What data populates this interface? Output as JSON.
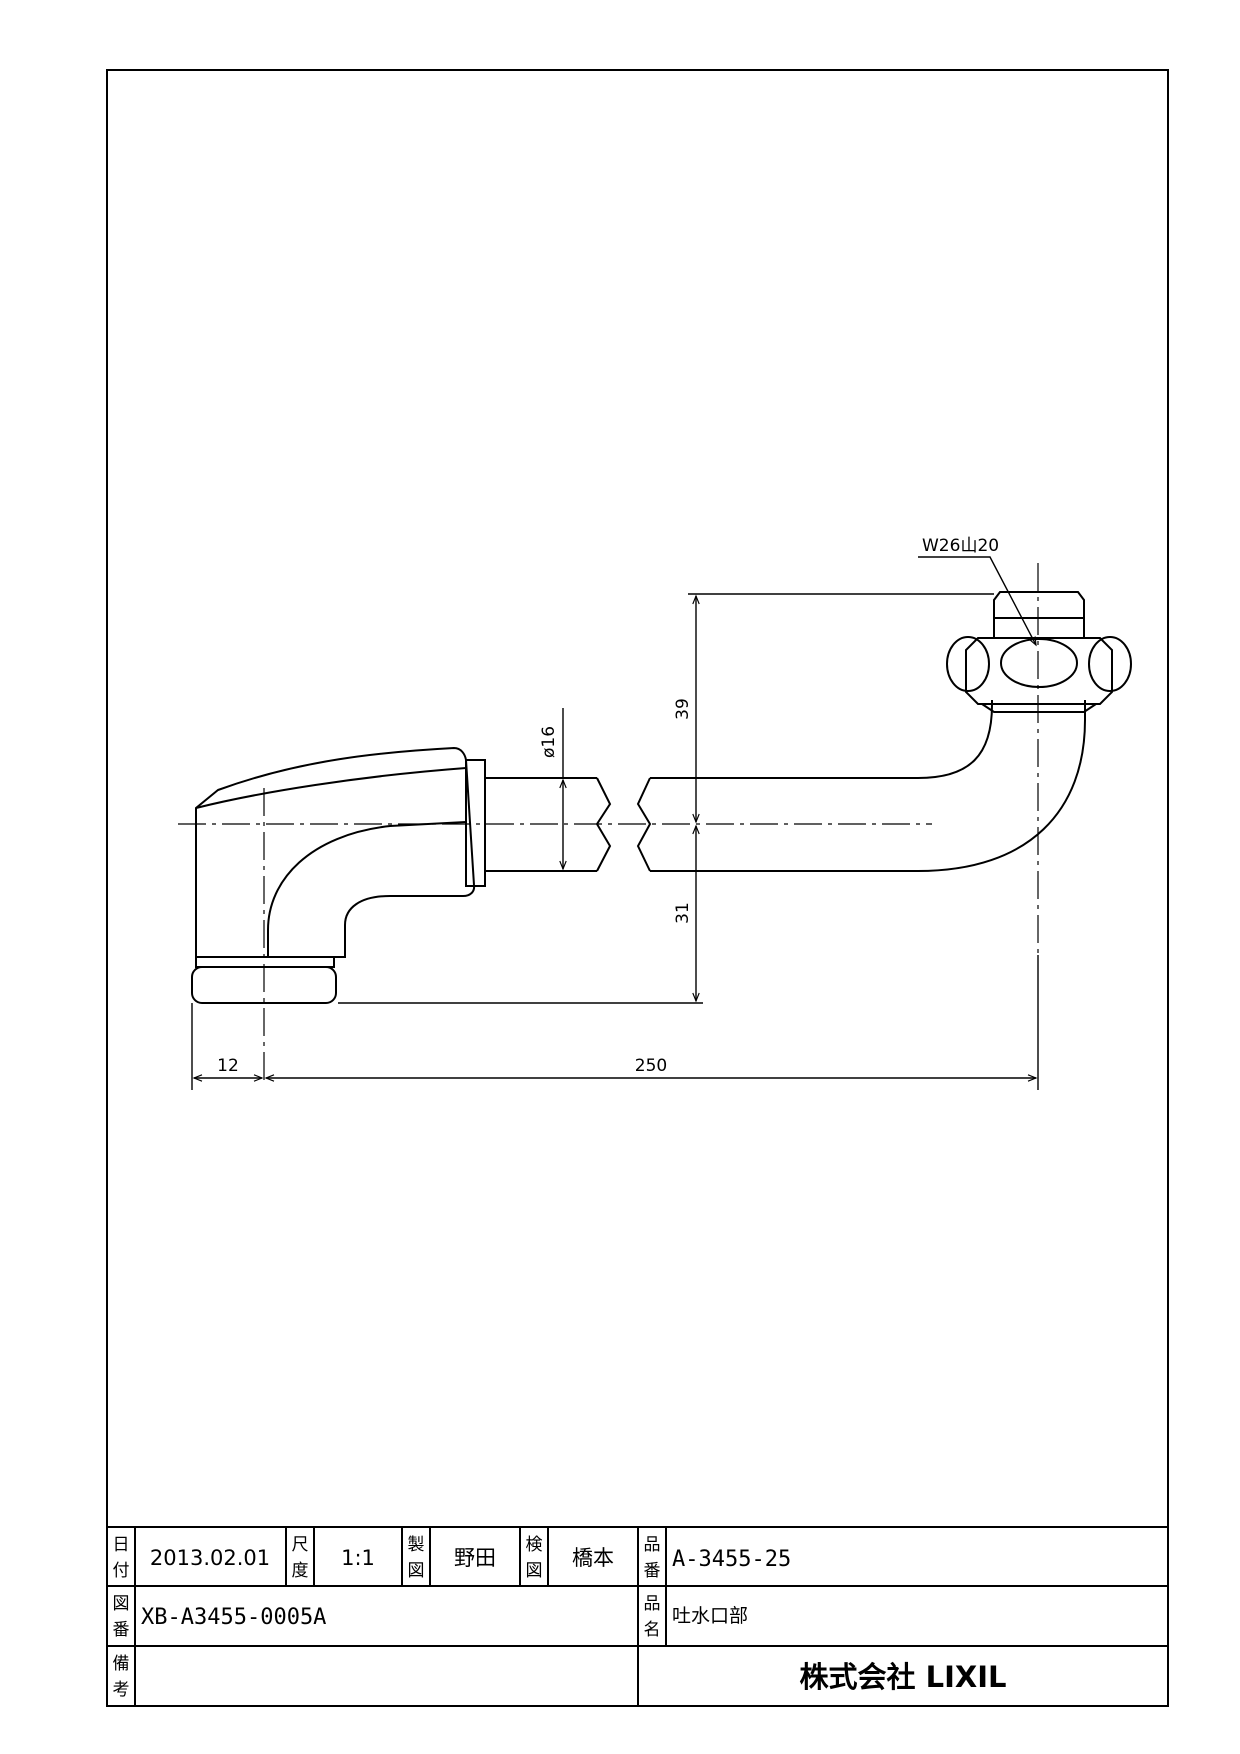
{
  "drawing": {
    "thread_callout": "W26山20",
    "dimensions": {
      "pipe_diameter": "ø16",
      "upper_height": "39",
      "lower_height": "31",
      "left_offset": "12",
      "overall_length": "250"
    }
  },
  "title_block": {
    "date_label": [
      "日",
      "付"
    ],
    "date": "2013.02.01",
    "scale_label": [
      "尺",
      "度"
    ],
    "scale": "1:1",
    "drawn_label": [
      "製",
      "図"
    ],
    "drawn_by": "野田",
    "checked_label": [
      "検",
      "図"
    ],
    "checked_by": "橋本",
    "part_no_label": [
      "品",
      "番"
    ],
    "part_no": "A-3455-25",
    "drawing_no_label": [
      "図",
      "番"
    ],
    "drawing_no": "XB-A3455-0005A",
    "part_name_label": [
      "品",
      "名"
    ],
    "part_name": "吐水口部",
    "remarks_label": [
      "備",
      "考"
    ],
    "remarks": "",
    "company": "株式会社 LIXIL"
  }
}
